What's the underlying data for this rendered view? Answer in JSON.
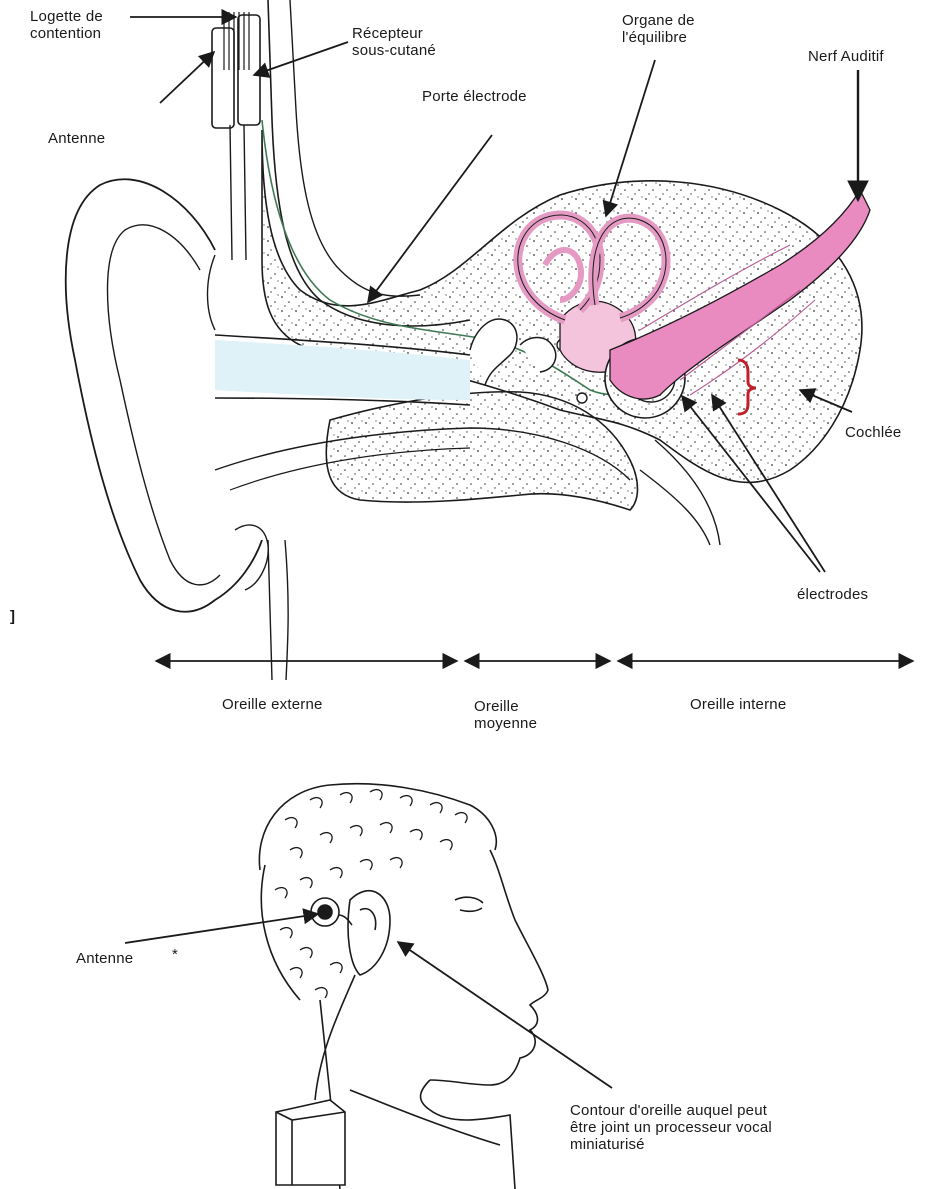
{
  "labels": {
    "logette": "Logette de\ncontention",
    "recepteur": "Récepteur\nsous-cutané",
    "organe": "Organe de\nl'équilibre",
    "nerf": "Nerf Auditif",
    "antenne_top": "Antenne",
    "porte_electrode": "Porte électrode",
    "cochlee": "Cochlée",
    "electrodes": "électrodes",
    "orange_externe": "Oreille externe",
    "oreille_moyenne": "Oreille\nmoyenne",
    "oreille_interne": "Oreille interne",
    "antenne_bottom": "Antenne",
    "asterisk": "*",
    "contour": "Contour d'oreille auquel peut\nêtre joint un processeur vocal\nminiaturisé",
    "margin_mark": "]"
  },
  "colors": {
    "ink": "#1a1a1a",
    "nerve_pink": "#e98bc0",
    "labyrinth_pink": "#f3c4dc",
    "canal_blue": "#dff2f8",
    "wire_green": "#3f7a55",
    "bracket_red": "#c0202a"
  }
}
